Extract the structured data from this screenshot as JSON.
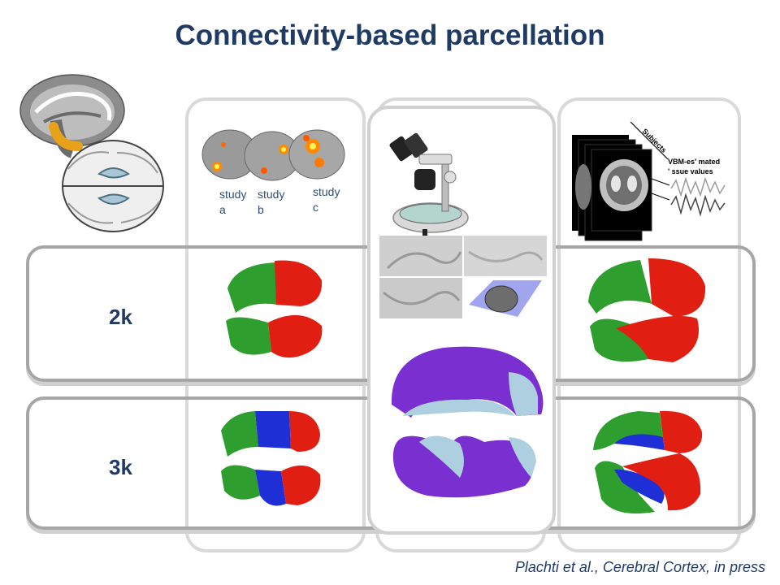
{
  "title": "Connectivity-based parcellation",
  "rows": [
    {
      "label": "2k"
    },
    {
      "label": "3k"
    }
  ],
  "studies": [
    "study a",
    "study b",
    "study c"
  ],
  "vbm": {
    "subjects_label": "Subjects",
    "values_label_line1": "VBM-es' mated",
    "values_label_line2": "' ssue values"
  },
  "citation": "Plachti et al., Cerebral Cortex, in press",
  "colors": {
    "title": "#1f3b63",
    "cluster_green": "#2e9e2e",
    "cluster_red": "#e01e12",
    "cluster_blue": "#1f2fd6",
    "cluster_purple": "#7a2fd0",
    "cluster_lightblue": "#aecfe0",
    "hippocampus_highlight": "#e8a21a"
  }
}
